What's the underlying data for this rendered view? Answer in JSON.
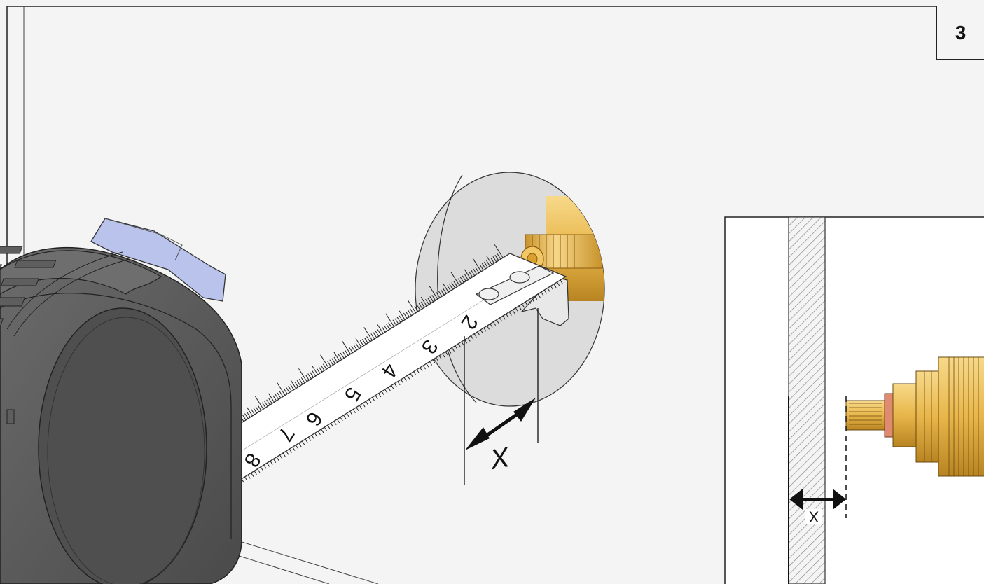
{
  "step_number": "3",
  "measure_label_main": "X",
  "measure_label_detail": "X",
  "tape_numbers": [
    "2",
    "3",
    "4",
    "5",
    "6",
    "7",
    "8"
  ],
  "colors": {
    "background": "#f4f4f4",
    "tape_body": "#5a5a5a",
    "tape_button": "#b9c3ec",
    "brass": "#e8b64a",
    "wall_hatch": "#9a9a9a"
  }
}
